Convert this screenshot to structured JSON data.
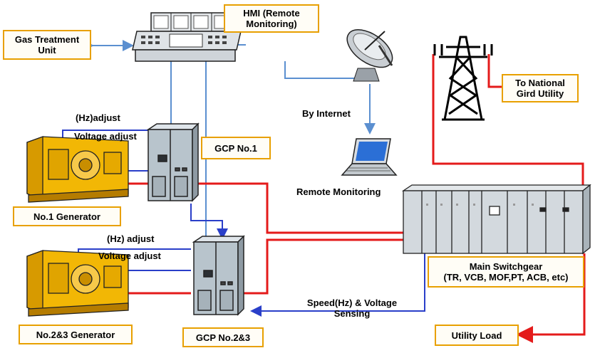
{
  "labels": {
    "hmi": [
      "HMI (Remote",
      "Monitoring)"
    ],
    "gas_treatment": [
      "Gas Treatment",
      "Unit"
    ],
    "to_national": [
      "To National",
      "Gird Utility"
    ],
    "no1_generator": "No.1 Generator",
    "no23_generator": "No.2&3 Generator",
    "gcp_no1": "GCP No.1",
    "gcp_no23": "GCP No.2&3",
    "main_switchgear": [
      "Main Switchgear",
      "(TR, VCB, MOF,PT, ACB, etc)"
    ],
    "utility_load": "Utility Load"
  },
  "annotations": {
    "hz_adjust_1": "(Hz)adjust",
    "voltage_adjust_1": "Voltage adjust",
    "hz_adjust_2": "(Hz) adjust",
    "voltage_adjust_2": "Voltage adjust",
    "by_internet": "By Internet",
    "remote_monitoring": "Remote Monitoring",
    "speed_sensing": [
      "Speed(Hz) &  Voltage",
      "Sensing"
    ]
  },
  "colors": {
    "label_border": "#e8a000",
    "power_line": "#e41b1b",
    "control_line": "#2a3fc9",
    "signal_line": "#5b8fd0",
    "generator_body": "#f2b705",
    "panel_body": "#b8c4cc"
  },
  "icons": [
    "hmi-console-icon",
    "satellite-dish-icon",
    "laptop-icon",
    "transmission-tower-icon",
    "generator-icon",
    "control-panel-icon",
    "switchgear-icon"
  ]
}
